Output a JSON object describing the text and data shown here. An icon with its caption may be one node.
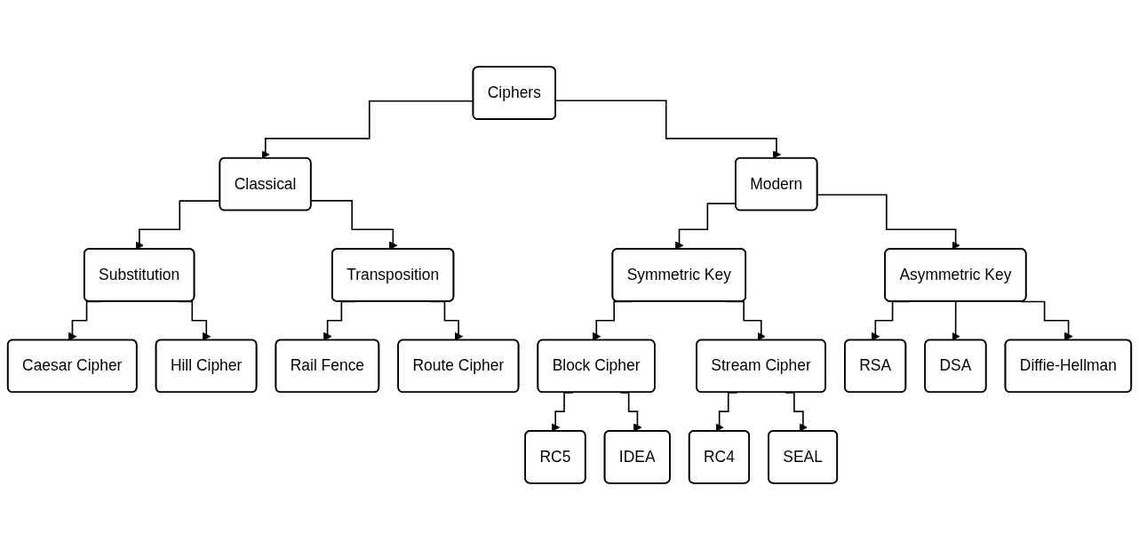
{
  "diagram": {
    "nodes": [
      {
        "text": [
          "Ciphers"
        ]
      },
      {
        "text": [
          "Classical"
        ]
      },
      {
        "text": [
          "Modern"
        ]
      },
      {
        "text": [
          "Substitution"
        ]
      },
      {
        "text": [
          "Transposition"
        ]
      },
      {
        "text": [
          "Caesar Cipher"
        ]
      },
      {
        "text": [
          "Hill Cipher"
        ]
      },
      {
        "text": [
          "Rail Fence"
        ]
      },
      {
        "text": [
          "Route Cipher"
        ]
      },
      {
        "text": [
          "Symmetric Key"
        ]
      },
      {
        "text": [
          "Asymmetric Key"
        ]
      },
      {
        "text": [
          "Block Cipher"
        ]
      },
      {
        "text": [
          "Stream Cipher"
        ]
      },
      {
        "text": [
          "RC5"
        ]
      },
      {
        "text": [
          "IDEA"
        ]
      },
      {
        "text": [
          "RC4"
        ]
      },
      {
        "text": [
          "SEAL"
        ]
      },
      {
        "text": [
          "RSA"
        ]
      },
      {
        "text": [
          "DSA"
        ]
      },
      {
        "text": [
          "Diffie-Hellman"
        ]
      }
    ],
    "edges": [
      {
        "from": 0,
        "to": 1,
        "arrow": "to"
      },
      {
        "from": 0,
        "to": 2,
        "arrow": "to"
      },
      {
        "from": 1,
        "to": 3,
        "arrow": "to"
      },
      {
        "from": 1,
        "to": 4,
        "arrow": "to"
      },
      {
        "from": 3,
        "to": 5,
        "arrow": "to"
      },
      {
        "from": 3,
        "to": 6,
        "arrow": "to"
      },
      {
        "from": 4,
        "to": 7,
        "arrow": "to"
      },
      {
        "from": 4,
        "to": 8,
        "arrow": "to"
      },
      {
        "from": 2,
        "to": 9,
        "arrow": "to"
      },
      {
        "from": 2,
        "to": 10,
        "arrow": "to"
      },
      {
        "from": 9,
        "to": 11,
        "arrow": "to"
      },
      {
        "from": 9,
        "to": 12,
        "arrow": "to"
      },
      {
        "from": 11,
        "to": 13,
        "arrow": "to"
      },
      {
        "from": 11,
        "to": 14,
        "arrow": "to"
      },
      {
        "from": 12,
        "to": 15,
        "arrow": "to"
      },
      {
        "from": 12,
        "to": 16,
        "arrow": "to"
      },
      {
        "from": 10,
        "to": 17,
        "arrow": "to"
      },
      {
        "from": 10,
        "to": 18,
        "arrow": "to"
      },
      {
        "from": 10,
        "to": 19,
        "arrow": "to"
      }
    ]
  }
}
